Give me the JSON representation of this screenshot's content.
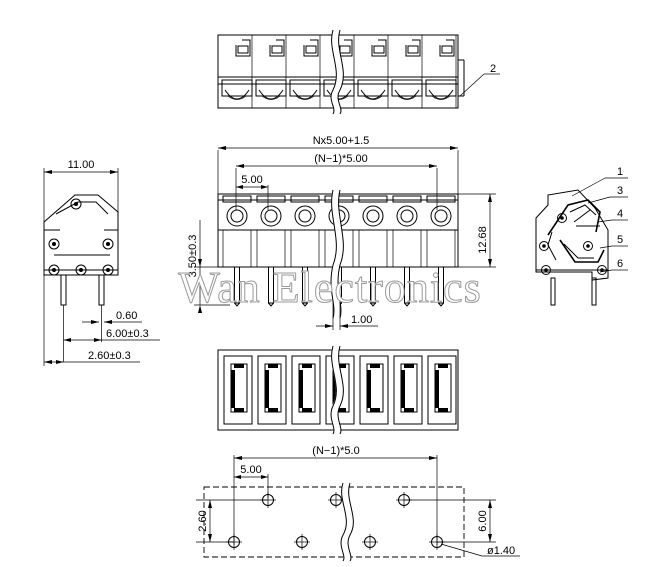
{
  "watermark": "Wan Electronics",
  "dims": {
    "overall_len": "Nx5.00+1.5",
    "pitch_span_top": "(N−1)*5.00",
    "pitch_top": "5.00",
    "height": "12.68",
    "pin_height": "3.50±0.3",
    "pin_width": "1.00",
    "side_width": "11.00",
    "pin_dia": "0.60",
    "pin_offset": "6.00±0.3",
    "pin_pos": "2.60±0.3",
    "pitch_span_pcb": "(N−1)*5.0",
    "pitch_pcb": "5.00",
    "row_offset": "2.60",
    "row_spacing": "6.00",
    "hole_dia": "ø1.40"
  },
  "callouts": [
    "1",
    "2",
    "3",
    "4",
    "5",
    "6"
  ]
}
